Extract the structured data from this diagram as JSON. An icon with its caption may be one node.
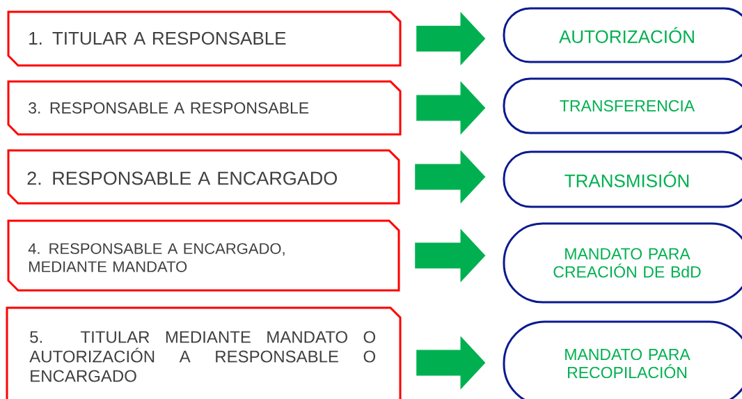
{
  "diagram": {
    "nodes": [
      {
        "text": [
          "1. TITULAR A RESPONSABLE"
        ]
      },
      {
        "text": [
          "AUTORIZACIÓN"
        ]
      },
      {
        "text": [
          "3. RESPONSABLE A RESPONSABLE"
        ]
      },
      {
        "text": [
          "TRANSFERENCIA"
        ]
      },
      {
        "text": [
          "2. RESPONSABLE A ENCARGADO"
        ]
      },
      {
        "text": [
          "TRANSMISIÓN"
        ]
      },
      {
        "text": [
          "4. RESPONSABLE A ENCARGADO, MEDIANTE MANDATO"
        ]
      },
      {
        "text": [
          "MANDATO PARA CREACIÓN DE BdD"
        ]
      },
      {
        "text": [
          "5. TITULAR MEDIANTE MANDATO O AUTORIZACIÓN A RESPONSABLE O ENCARGADO"
        ]
      },
      {
        "text": [
          "MANDATO PARA RECOPILACIÓN"
        ]
      }
    ],
    "edges": [
      {
        "from": 0,
        "to": 1,
        "arrow": "to"
      },
      {
        "from": 2,
        "to": 3,
        "arrow": "to"
      },
      {
        "from": 4,
        "to": 5,
        "arrow": "to"
      },
      {
        "from": 6,
        "to": 7,
        "arrow": "to"
      },
      {
        "from": 8,
        "to": 9,
        "arrow": "to"
      }
    ]
  }
}
